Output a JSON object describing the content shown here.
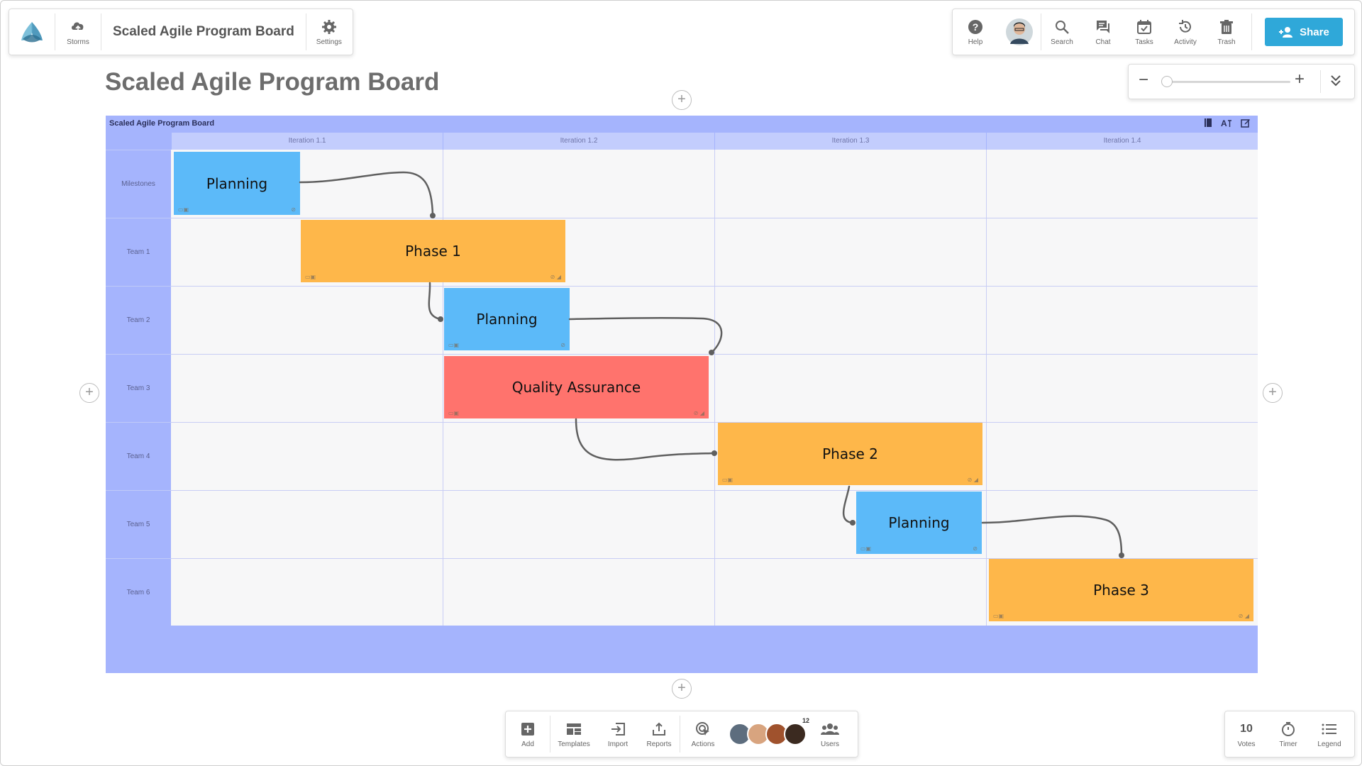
{
  "app": {
    "board_name": "Scaled Agile Program Board",
    "storms_label": "Storms",
    "settings_label": "Settings"
  },
  "top_right": {
    "help": "Help",
    "search": "Search",
    "chat": "Chat",
    "tasks": "Tasks",
    "activity": "Activity",
    "trash": "Trash",
    "share": "Share"
  },
  "zoom": {
    "minus": "−",
    "plus": "+",
    "level": 0.0
  },
  "page_title": "Scaled Agile Program Board",
  "board": {
    "title": "Scaled Agile Program Board",
    "columns": [
      "Iteration 1.1",
      "Iteration 1.2",
      "Iteration 1.3",
      "Iteration 1.4"
    ],
    "rows": [
      "Milestones",
      "Team 1",
      "Team 2",
      "Team 3",
      "Team 4",
      "Team 5",
      "Team 6"
    ],
    "cards": [
      {
        "label": "Planning",
        "color": "#5cbaf9"
      },
      {
        "label": "Phase 1",
        "color": "#feb74a"
      },
      {
        "label": "Planning",
        "color": "#5cbaf9"
      },
      {
        "label": "Quality Assurance",
        "color": "#ff736d"
      },
      {
        "label": "Phase 2",
        "color": "#feb74a"
      },
      {
        "label": "Planning",
        "color": "#5cbaf9"
      },
      {
        "label": "Phase 3",
        "color": "#feb74a"
      }
    ]
  },
  "bottom": {
    "add": "Add",
    "templates": "Templates",
    "import": "Import",
    "reports": "Reports",
    "actions": "Actions",
    "user_count": "12",
    "users": "Users"
  },
  "bottom_right": {
    "votes_count": "10",
    "votes": "Votes",
    "timer": "Timer",
    "legend": "Legend"
  },
  "colors": {
    "accent": "#2fa8d9",
    "board": "#a5b4fd",
    "header": "#c3cdfd"
  }
}
